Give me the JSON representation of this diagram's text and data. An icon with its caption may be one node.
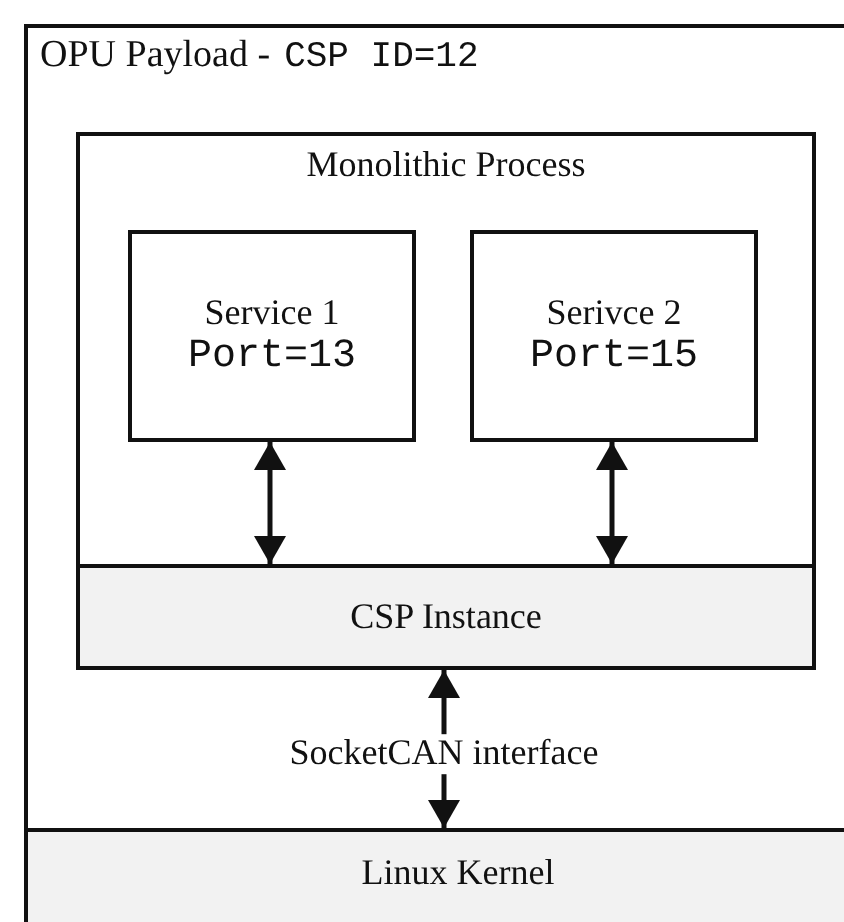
{
  "diagram": {
    "nodes": [
      {
        "text": [
          "OPU Payload -",
          "CSP ID=12"
        ]
      },
      {
        "text": [
          "Monolithic Process"
        ],
        "in": 0
      },
      {
        "text": [
          "Service 1",
          "Port=13"
        ],
        "in": 1
      },
      {
        "text": [
          "Serivce 2",
          "Port=15"
        ],
        "in": 1
      },
      {
        "text": [
          "CSP Instance"
        ],
        "in": 1
      },
      {
        "text": [
          "Linux Kernel"
        ],
        "in": 0
      }
    ],
    "edges": [
      {
        "from": 2,
        "to": 4,
        "arrow": "both"
      },
      {
        "from": 3,
        "to": 4,
        "arrow": "both"
      },
      {
        "from": 4,
        "to": 5,
        "arrow": "both",
        "label": "SocketCAN interface"
      }
    ]
  }
}
